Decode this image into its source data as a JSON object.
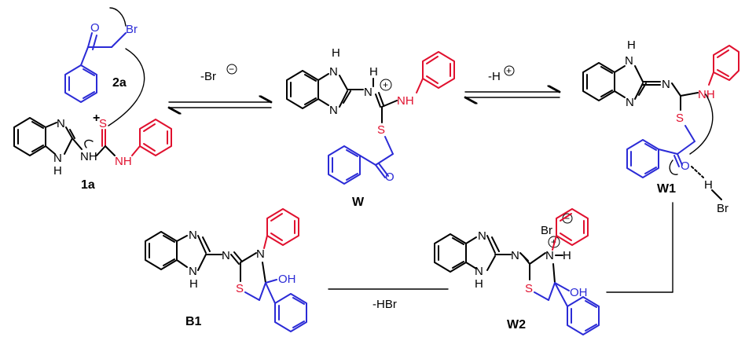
{
  "colors": {
    "blue": "#2b2bd6",
    "red": "#e0102e",
    "black": "#000000"
  },
  "compounds": {
    "c2a": "2a",
    "c1a": "1a",
    "W": "W",
    "W1": "W1",
    "W2": "W2",
    "B1": "B1"
  },
  "atoms": {
    "O": "O",
    "Br": "Br",
    "Sred": "S",
    "S": "S",
    "N": "N",
    "H": "H",
    "NH": "NH",
    "OH": "OH",
    "plus_sign": "+"
  },
  "arrows": {
    "step1": "-Br",
    "step2": "-H",
    "step4": "-HBr"
  },
  "charges": {
    "minus": "−",
    "plus": "+"
  },
  "counterion": "Br"
}
